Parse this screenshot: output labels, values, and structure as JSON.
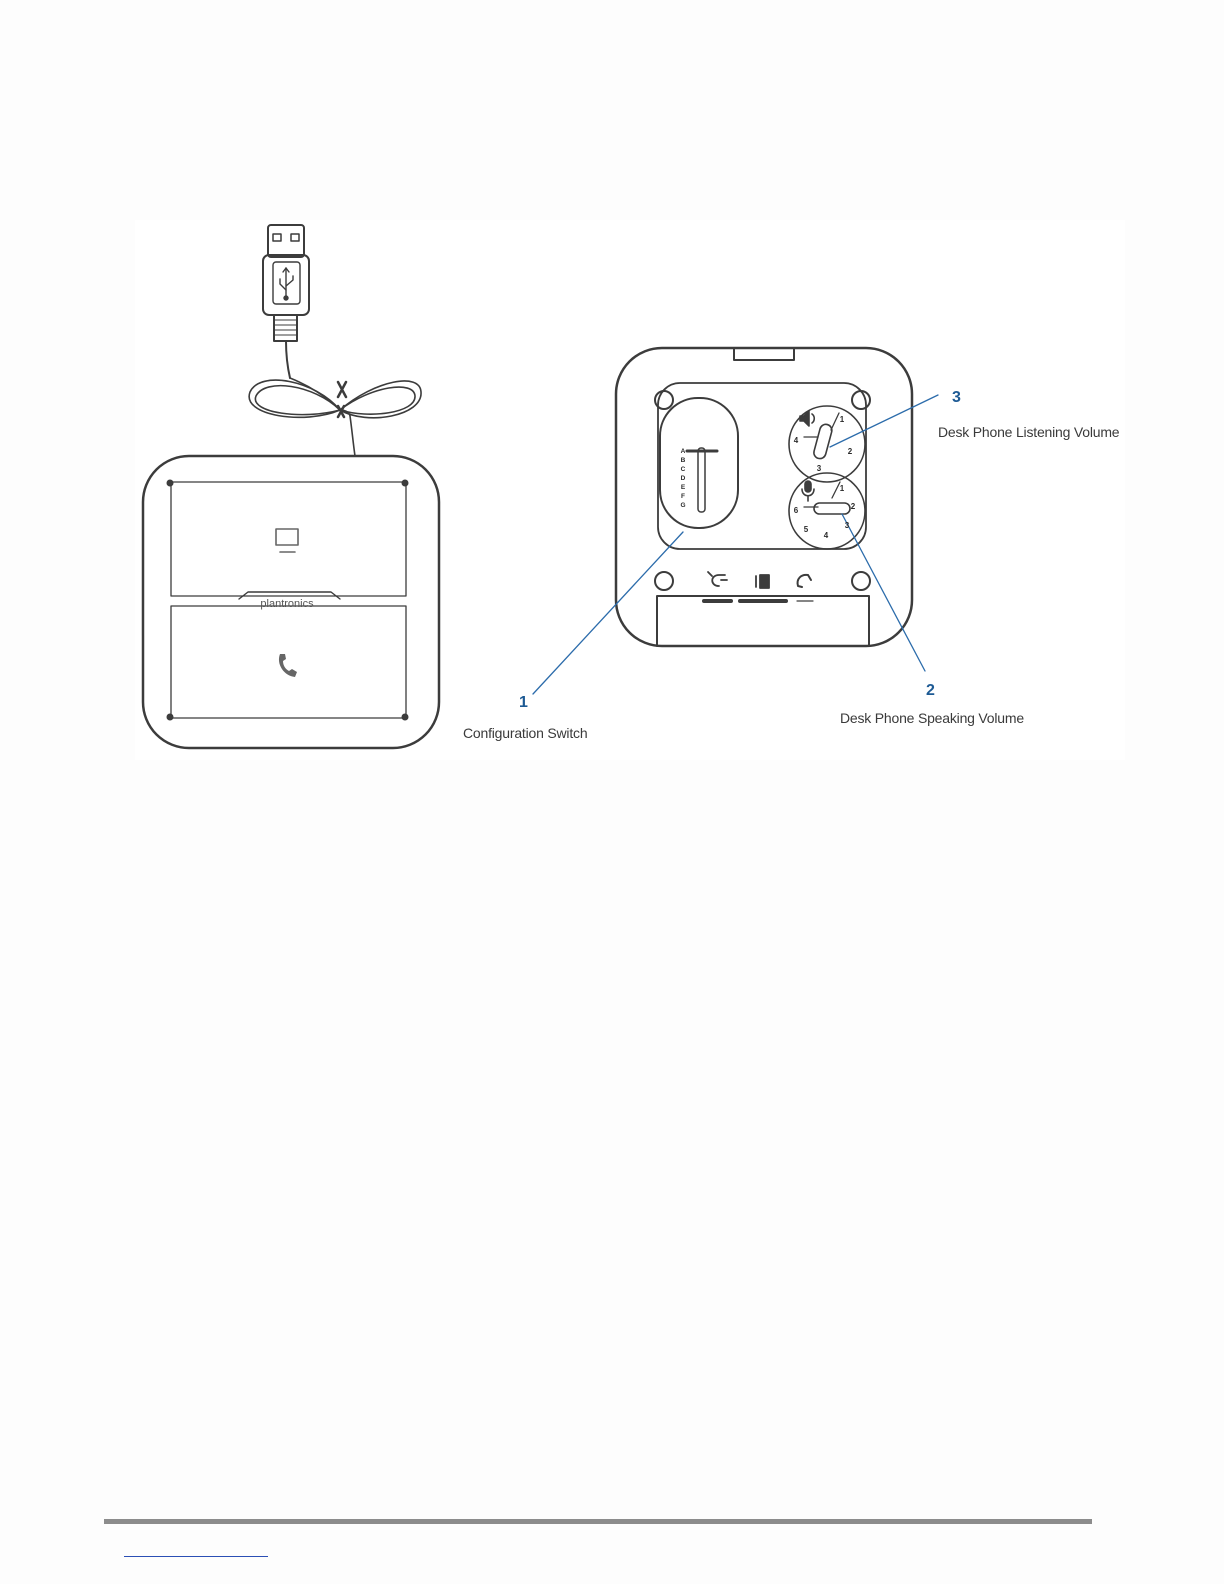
{
  "device": {
    "brand_mark": "plantronics",
    "switch_letters": [
      "A",
      "B",
      "C",
      "D",
      "E",
      "F",
      "G"
    ],
    "listen_dial_numbers": [
      "1",
      "2",
      "3",
      "4"
    ],
    "speak_dial_numbers": [
      "1",
      "2",
      "3",
      "4",
      "5",
      "6"
    ],
    "icons": [
      "usb-icon",
      "monitor-icon",
      "phone-icon",
      "speaker-icon",
      "microphone-icon",
      "headset-icon",
      "mobile-icon",
      "handset-icon"
    ]
  },
  "callouts": [
    {
      "number": "1",
      "label": "Configuration Switch"
    },
    {
      "number": "2",
      "label": "Desk Phone Speaking Volume"
    },
    {
      "number": "3",
      "label": "Desk Phone Listening Volume"
    }
  ],
  "colors": {
    "callout": "#1d5a94",
    "outline": "#3c3c3c",
    "footer_rule": "#8c8c8c",
    "footer_link": "#2b4fb5"
  }
}
